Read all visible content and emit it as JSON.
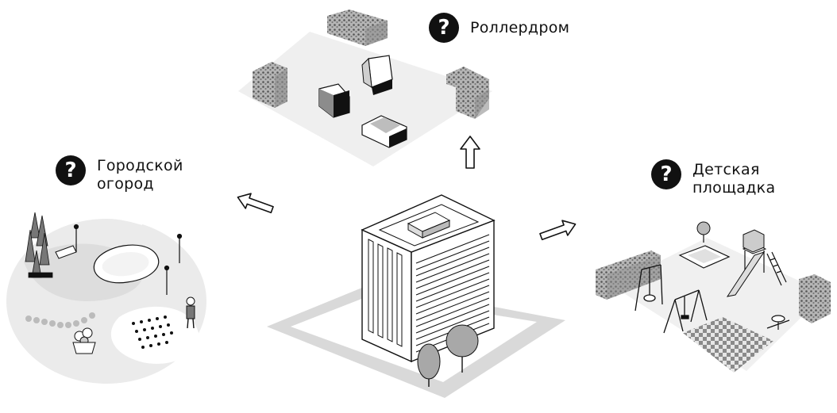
{
  "labels": {
    "rollerdrome": {
      "line1": "Роллердром"
    },
    "garden": {
      "line1": "Городской",
      "line2": "огород"
    },
    "playground": {
      "line1": "Детская",
      "line2": "площадка"
    }
  },
  "icons": {
    "question": "?"
  },
  "colors": {
    "ink": "#111111",
    "ground": "#ececec",
    "hedge": "#9a9a9a"
  }
}
